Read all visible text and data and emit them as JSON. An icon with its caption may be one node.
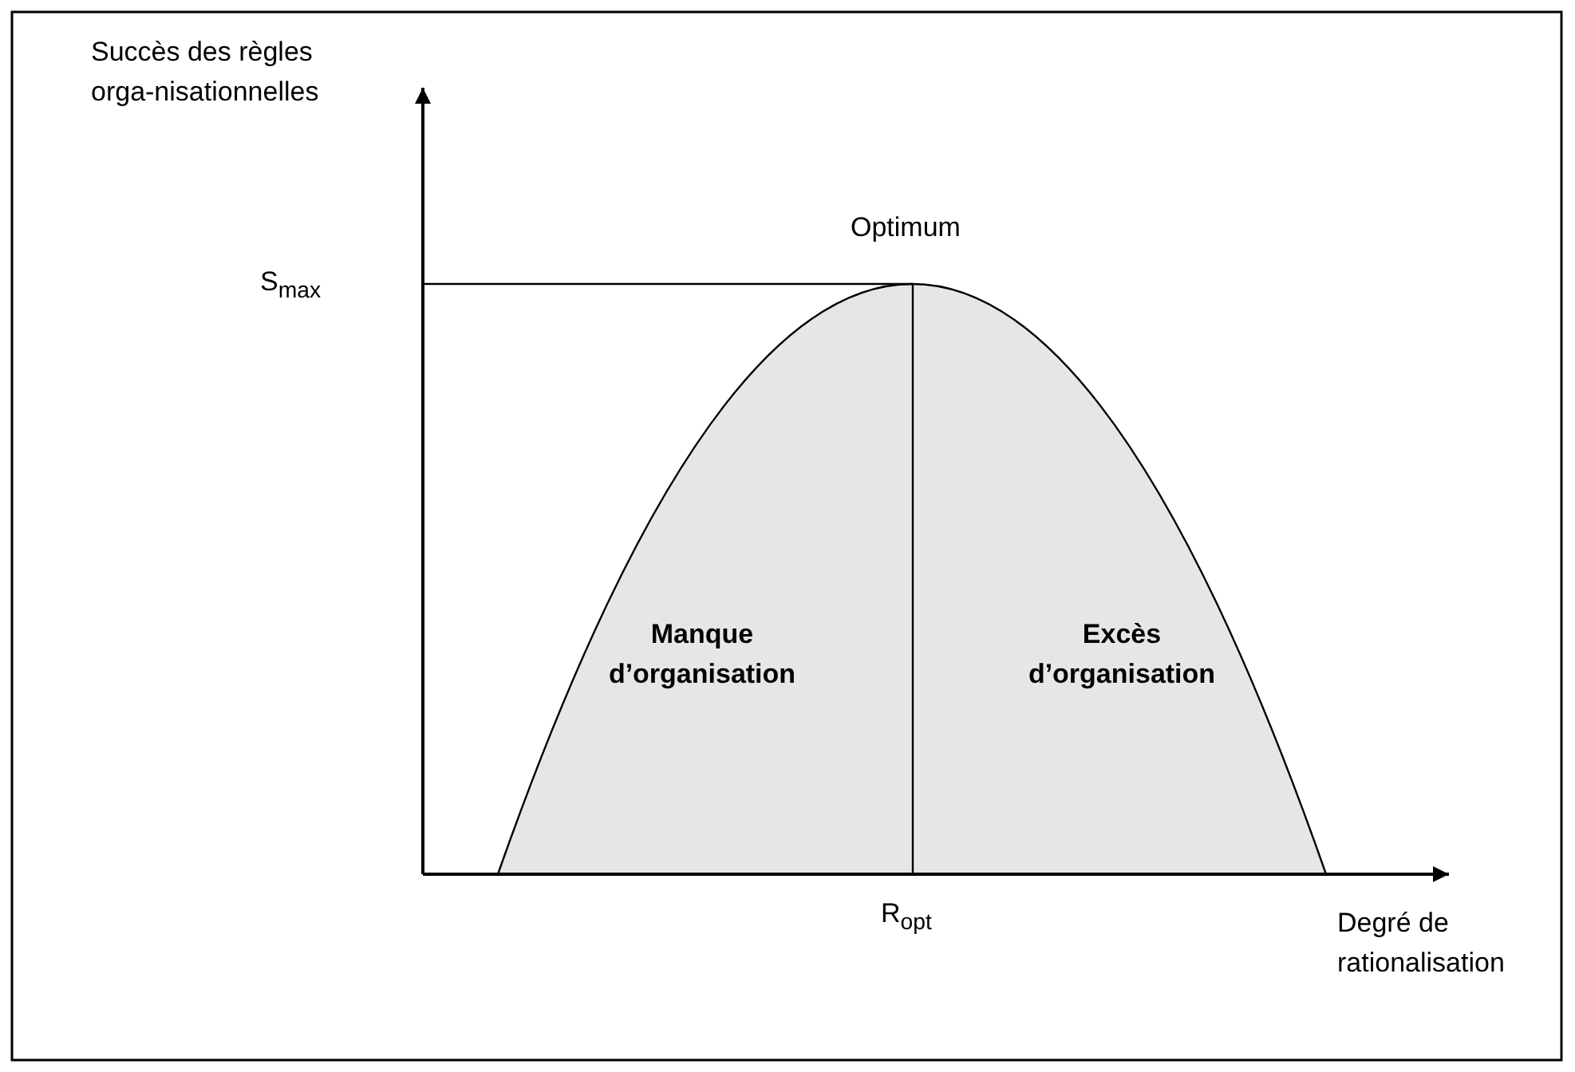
{
  "diagram": {
    "labels": [
      "Succès des règles orga-nisationnelles",
      "S$_{max}$",
      "Optimum",
      "Manque d’organisation",
      "Excès d’organisation",
      "R$_{opt}$",
      "Degré de rationalisation"
    ]
  }
}
